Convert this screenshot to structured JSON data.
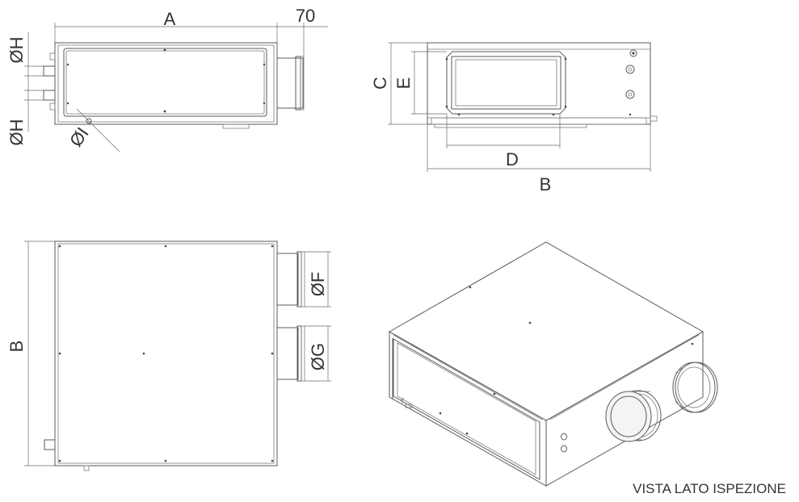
{
  "labels": {
    "dim_a": "A",
    "dim_70": "70",
    "dim_oh_top": "ØH",
    "dim_oh_bottom": "ØH",
    "dim_oi": "ØI",
    "dim_c": "C",
    "dim_e": "E",
    "dim_d": "D",
    "dim_b_front": "B",
    "dim_b_side": "B",
    "dim_of": "ØF",
    "dim_og": "ØG",
    "caption": "VISTA LATO ISPEZIONE"
  }
}
